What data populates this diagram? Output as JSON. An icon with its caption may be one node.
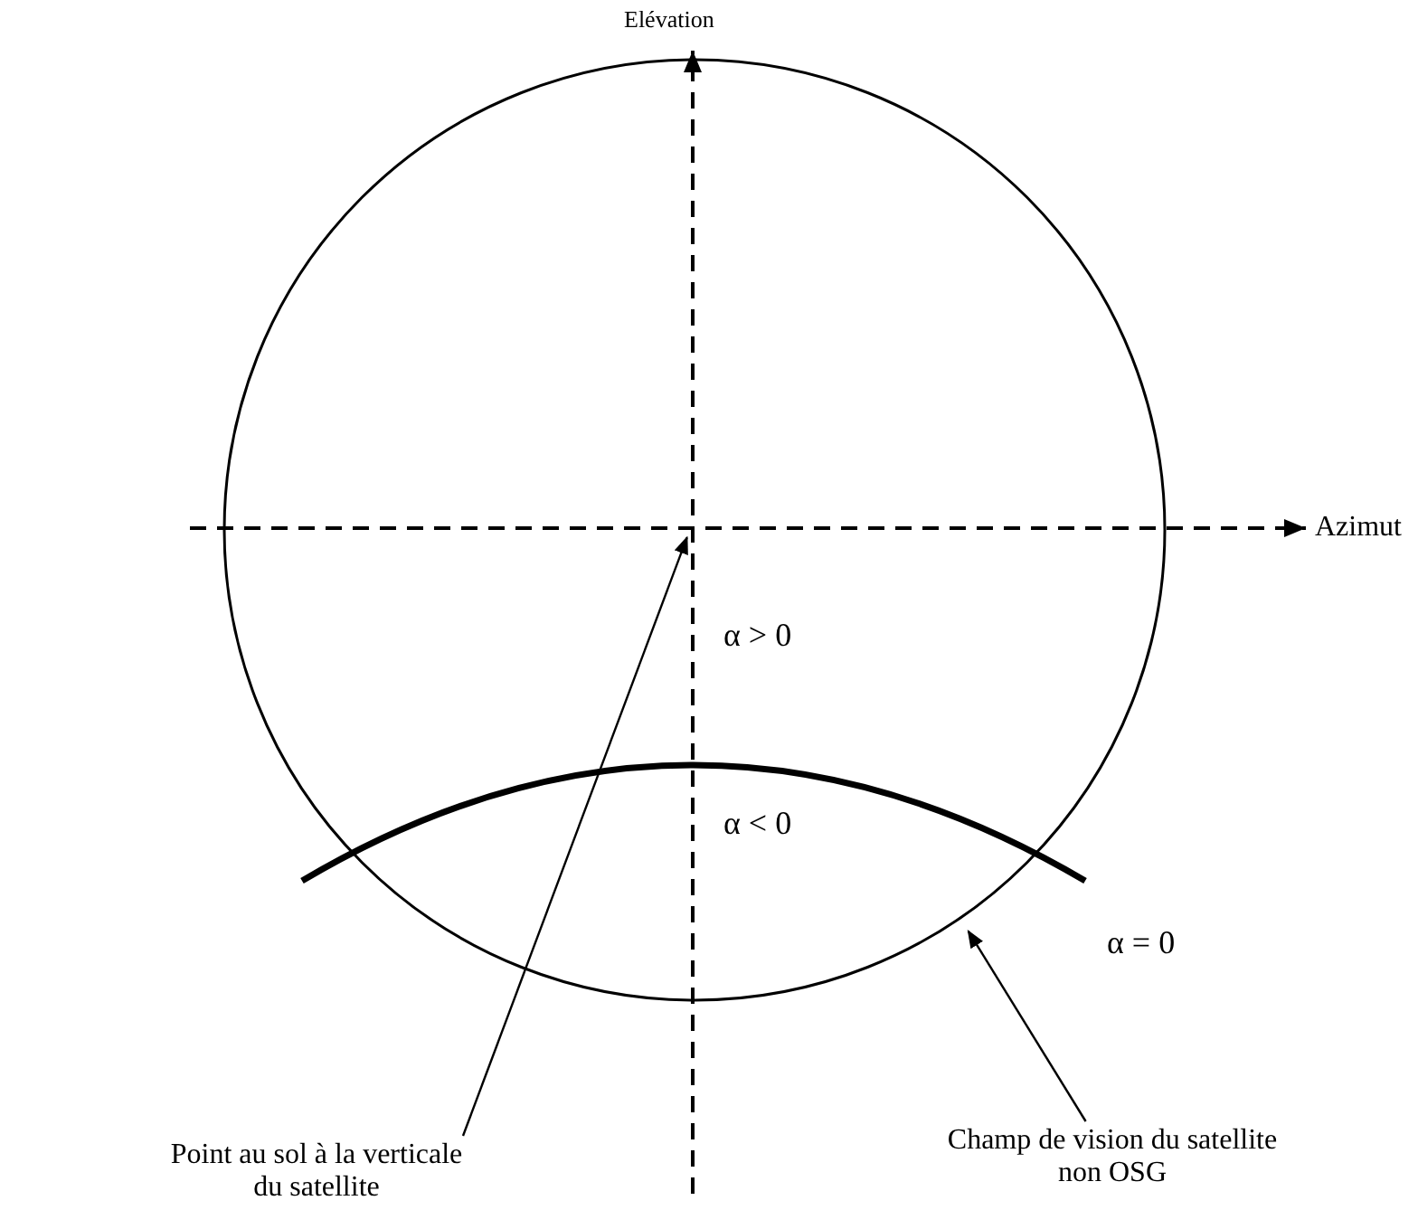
{
  "diagram": {
    "nodes": [
      {
        "text": [],
        "shape": "circle"
      },
      {
        "text": [
          "Point au sol à la verticale du satellite"
        ]
      },
      {
        "text": [
          "Champ de vision du satellite non OSG"
        ]
      }
    ],
    "edges": [
      {
        "from": 1,
        "to": 0,
        "arrow": "to"
      },
      {
        "from": 2,
        "to": 0,
        "arrow": "to"
      }
    ],
    "labels": [
      "Elévation",
      "Azimut",
      "α > 0",
      "α < 0",
      "α = 0"
    ]
  }
}
